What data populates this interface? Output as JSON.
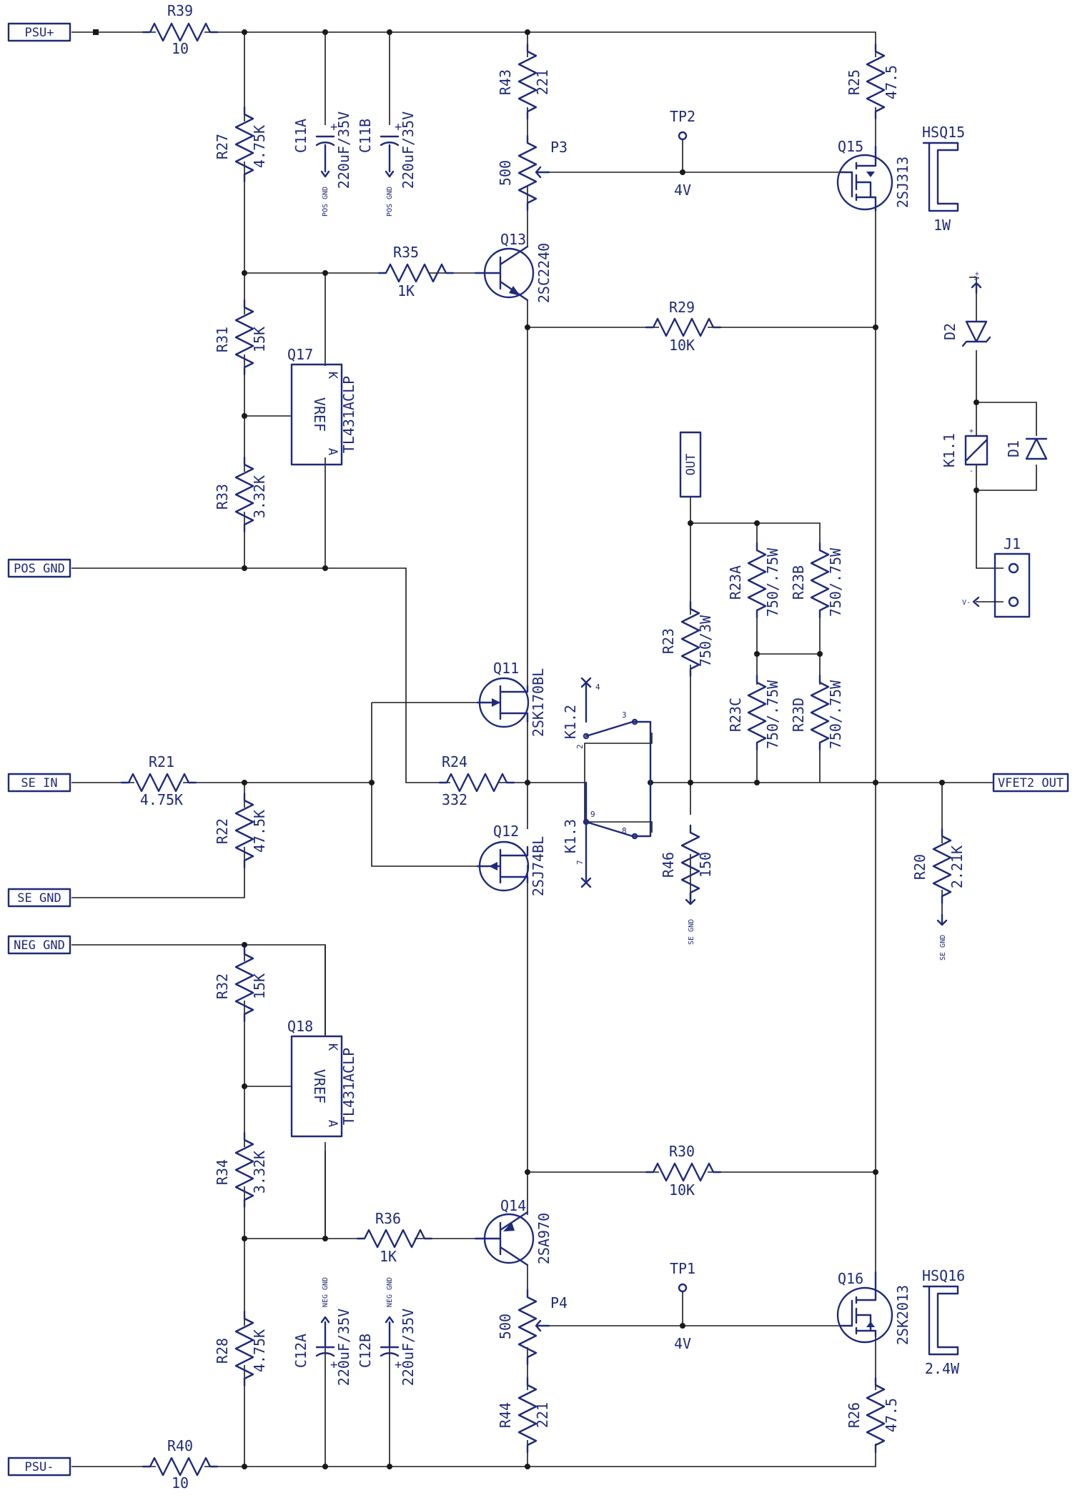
{
  "ports": {
    "psu_pos": "PSU+",
    "pos_gnd": "POS GND",
    "se_in": "SE IN",
    "se_gnd": "SE GND",
    "neg_gnd": "NEG GND",
    "psu_neg": "PSU-",
    "vfet2_out": "VFET2 OUT",
    "out": "OUT"
  },
  "resistors": {
    "R39": {
      "ref": "R39",
      "value": "10"
    },
    "R40": {
      "ref": "R40",
      "value": "10"
    },
    "R27": {
      "ref": "R27",
      "value": "4.75K"
    },
    "R31": {
      "ref": "R31",
      "value": "15K"
    },
    "R33": {
      "ref": "R33",
      "value": "3.32K"
    },
    "R21": {
      "ref": "R21",
      "value": "4.75K"
    },
    "R22": {
      "ref": "R22",
      "value": "47.5K"
    },
    "R32": {
      "ref": "R32",
      "value": "15K"
    },
    "R34": {
      "ref": "R34",
      "value": "3.32K"
    },
    "R28": {
      "ref": "R28",
      "value": "4.75K"
    },
    "R35": {
      "ref": "R35",
      "value": "1K"
    },
    "R36": {
      "ref": "R36",
      "value": "1K"
    },
    "R24": {
      "ref": "R24",
      "value": "332"
    },
    "R43": {
      "ref": "R43",
      "value": "221"
    },
    "R44": {
      "ref": "R44",
      "value": "221"
    },
    "R29": {
      "ref": "R29",
      "value": "10K"
    },
    "R30": {
      "ref": "R30",
      "value": "10K"
    },
    "R25": {
      "ref": "R25",
      "value": "47.5"
    },
    "R26": {
      "ref": "R26",
      "value": "47.5"
    },
    "R23": {
      "ref": "R23",
      "value": "750/3W"
    },
    "R23A": {
      "ref": "R23A",
      "value": "750/.75W"
    },
    "R23B": {
      "ref": "R23B",
      "value": "750/.75W"
    },
    "R23C": {
      "ref": "R23C",
      "value": "750/.75W"
    },
    "R23D": {
      "ref": "R23D",
      "value": "750/.75W"
    },
    "R46": {
      "ref": "R46",
      "value": "150"
    },
    "R20": {
      "ref": "R20",
      "value": "2.21K"
    }
  },
  "pots": {
    "P3": {
      "ref": "P3",
      "value": "500"
    },
    "P4": {
      "ref": "P4",
      "value": "500"
    }
  },
  "capacitors": {
    "C11A": {
      "ref": "C11A",
      "value": "220uF/35V",
      "gnd": "POS GND"
    },
    "C11B": {
      "ref": "C11B",
      "value": "220uF/35V",
      "gnd": "POS GND"
    },
    "C12A": {
      "ref": "C12A",
      "value": "220uF/35V",
      "gnd": "NEG GND"
    },
    "C12B": {
      "ref": "C12B",
      "value": "220uF/35V",
      "gnd": "NEG GND"
    }
  },
  "transistors": {
    "Q13": {
      "ref": "Q13",
      "part": "2SC2240"
    },
    "Q14": {
      "ref": "Q14",
      "part": "2SA970"
    },
    "Q11": {
      "ref": "Q11",
      "part": "2SK170BL"
    },
    "Q12": {
      "ref": "Q12",
      "part": "2SJ74BL"
    },
    "Q15": {
      "ref": "Q15",
      "part": "2SJ313"
    },
    "Q16": {
      "ref": "Q16",
      "part": "2SK2013"
    }
  },
  "regulators": {
    "Q17": {
      "ref": "Q17",
      "part": "TL431ACLP",
      "body": "VREF",
      "pin_k": "K",
      "pin_a": "A"
    },
    "Q18": {
      "ref": "Q18",
      "part": "TL431ACLP",
      "body": "VREF",
      "pin_k": "K",
      "pin_a": "A"
    }
  },
  "testpoints": {
    "TP2": {
      "ref": "TP2",
      "value": "4V"
    },
    "TP1": {
      "ref": "TP1",
      "value": "4V"
    }
  },
  "heatsinks": {
    "HSQ15": {
      "ref": "HSQ15",
      "value": "1W"
    },
    "HSQ16": {
      "ref": "HSQ16",
      "value": "2.4W"
    }
  },
  "relay": {
    "K1_2": {
      "ref": "K1.2",
      "pins": [
        "4",
        "2",
        "3"
      ]
    },
    "K1_3": {
      "ref": "K1.3",
      "pins": [
        "9",
        "7",
        "8"
      ]
    },
    "K1_1": {
      "ref": "K1.1",
      "plus": "+",
      "minus": "-"
    }
  },
  "diodes": {
    "D1": "D1",
    "D2": "D2",
    "d2_net": "V+"
  },
  "connector": {
    "ref": "J1",
    "net": "V-"
  },
  "grounds": {
    "se_gnd": "SE GND"
  }
}
